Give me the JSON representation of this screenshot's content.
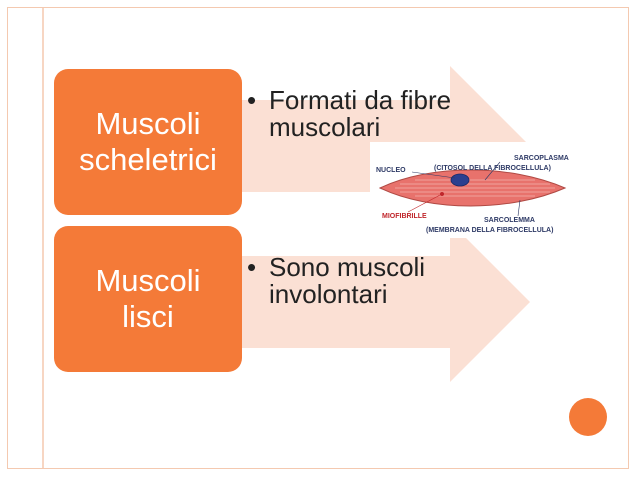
{
  "rows": [
    {
      "title": "Muscoli scheletrici",
      "bullet": "Formati da fibre muscolari"
    },
    {
      "title": "Muscoli lisci",
      "bullet": "Sono muscoli involontari"
    }
  ],
  "bullet_char": "•",
  "diagram": {
    "nucleo": "NUCLEO",
    "sarcoplasma": "SARCOPLASMA",
    "citosol": "(CITOSOL DELLA FIBROCELLULA)",
    "miofibrille": "MIOFIBRILLE",
    "sarcolemma": "SARCOLEMMA",
    "membrana": "(MEMBRANA DELLA FIBROCELLULA)"
  },
  "colors": {
    "accent": "#f47a38",
    "arrow": "#fbe0d4",
    "frame": "#f4c9b0"
  }
}
